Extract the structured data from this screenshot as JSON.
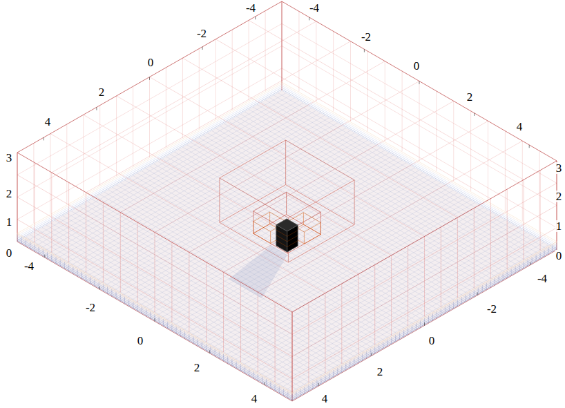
{
  "diagram": {
    "labels": [
      "-4",
      "-2",
      "0",
      "2",
      "4",
      "-4",
      "-2",
      "0",
      "2",
      "4",
      "3",
      "2",
      "1",
      "0",
      "3",
      "2",
      "1",
      "0",
      "-4",
      "-2",
      "0",
      "2",
      "4",
      "-4",
      "-2",
      "0",
      "2",
      "4"
    ]
  }
}
